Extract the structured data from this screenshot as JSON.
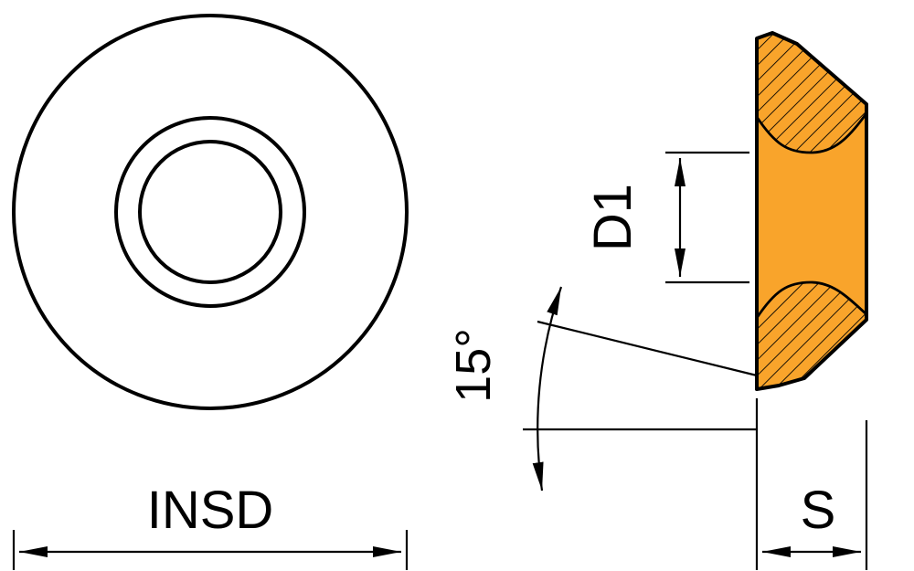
{
  "drawing": {
    "labels": {
      "insert_diameter": "INSD",
      "hole_diameter": "D1",
      "relief_angle": "15°",
      "thickness": "S"
    },
    "colors": {
      "insert_fill": "#F9A42B",
      "line": "#000000",
      "hole_fill": "#FFFFFF",
      "background": "#FFFFFF"
    }
  }
}
